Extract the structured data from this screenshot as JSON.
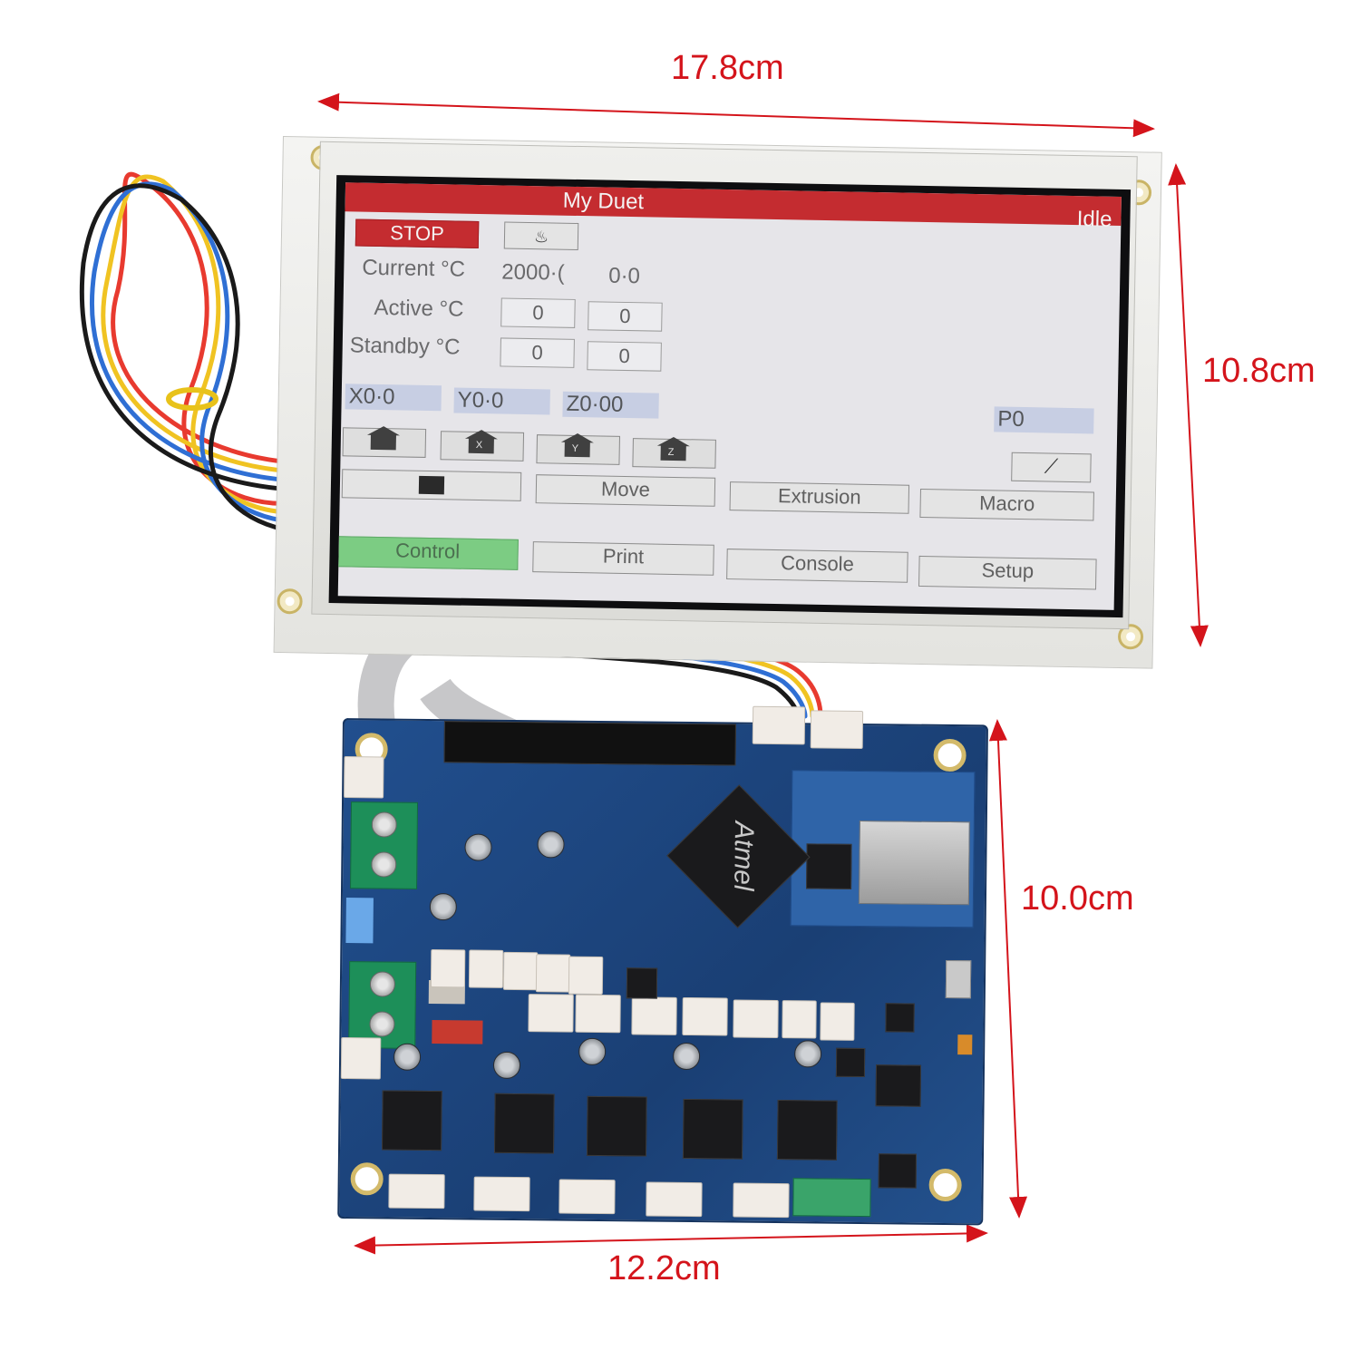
{
  "dimensions": {
    "display_width": "17.8cm",
    "display_height": "10.8cm",
    "board_height": "10.0cm",
    "board_width": "12.2cm"
  },
  "screen": {
    "title": "My Duet",
    "status": "Idle",
    "stop_label": "STOP",
    "current_label": "Current °C",
    "current_values": [
      "2000·(",
      "0·0"
    ],
    "active_label": "Active °C",
    "active_values": [
      "0",
      "0"
    ],
    "standby_label": "Standby °C",
    "standby_values": [
      "0",
      "0"
    ],
    "axes": [
      "X0·0",
      "Y0·0",
      "Z0·00"
    ],
    "p_value": "P0",
    "home_axes": [
      "",
      "X",
      "Y",
      "Z"
    ],
    "row_buttons": [
      "",
      "Move",
      "Extrusion",
      "Macro"
    ],
    "tabs": [
      "Control",
      "Print",
      "Console",
      "Setup"
    ],
    "active_tab": "Control"
  },
  "board": {
    "chip_brand": "Atmel"
  },
  "colors": {
    "dimension_line": "#d4141b",
    "title_bar": "#c42c30",
    "active_tab": "#7ccc83",
    "axis_field": "#c7cee3",
    "board_blue": "#1f4a86"
  }
}
